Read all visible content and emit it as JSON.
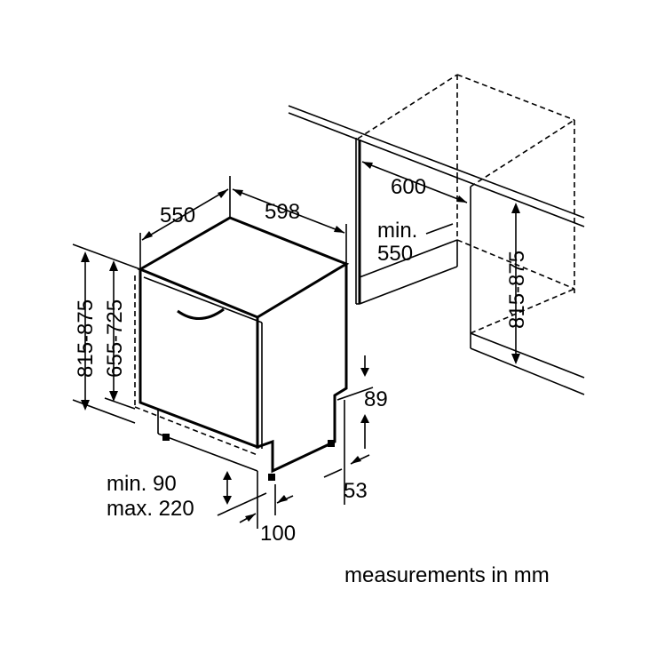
{
  "dimensions": {
    "depth": "550",
    "width": "598",
    "height_range": "815-875",
    "door_height_range": "655-725",
    "plinth_height": "89",
    "foot_offset": "53",
    "door_min": "min. 90",
    "door_max": "max. 220",
    "door_gap": "100",
    "niche_width": "600",
    "niche_depth_min": "min.",
    "niche_depth_value": "550",
    "niche_height_range": "815-875"
  },
  "footer": {
    "units_note": "measurements in mm"
  }
}
